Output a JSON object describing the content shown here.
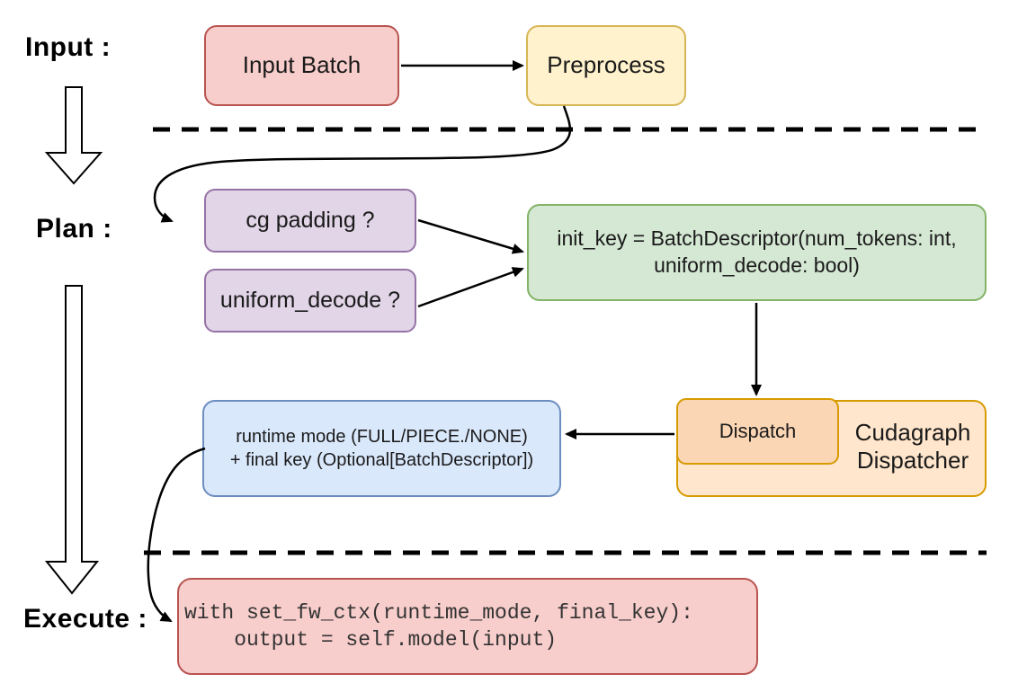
{
  "stages": {
    "input": "Input :",
    "plan": "Plan :",
    "execute": "Execute :"
  },
  "nodes": {
    "input_batch": {
      "label": "Input Batch"
    },
    "preprocess": {
      "label": "Preprocess"
    },
    "cg_padding": {
      "label": "cg padding ?"
    },
    "uniform_decode": {
      "label": "uniform_decode ?"
    },
    "init_key": {
      "line1": "init_key = BatchDescriptor(num_tokens: int,",
      "line2": "uniform_decode: bool)"
    },
    "runtime_mode": {
      "line1": "runtime mode (FULL/PIECE./NONE)",
      "line2": "+ final key (Optional[BatchDescriptor])"
    },
    "dispatch": {
      "label": "Dispatch"
    },
    "cudagraph_dispatcher": {
      "line1": "Cudagraph",
      "line2": "Dispatcher"
    },
    "execute_code": {
      "line1": "with set_fw_ctx(runtime_mode, final_key):",
      "line2": "    output = self.model(input)"
    }
  },
  "colors": {
    "red_fill": "#f8cecc",
    "red_stroke": "#b85450",
    "yellow_fill": "#fff2cc",
    "yellow_stroke": "#d6b656",
    "purple_fill": "#e1d5e7",
    "purple_stroke": "#9673a6",
    "green_fill": "#d5e8d4",
    "green_stroke": "#82b366",
    "blue_fill": "#dae8fc",
    "blue_stroke": "#6c8ebf",
    "orange_fill": "#ffe6cc",
    "orange_stroke": "#d79b00",
    "peach_fill": "#fbd6b4",
    "connector": "#000000",
    "background": "#ffffff"
  }
}
